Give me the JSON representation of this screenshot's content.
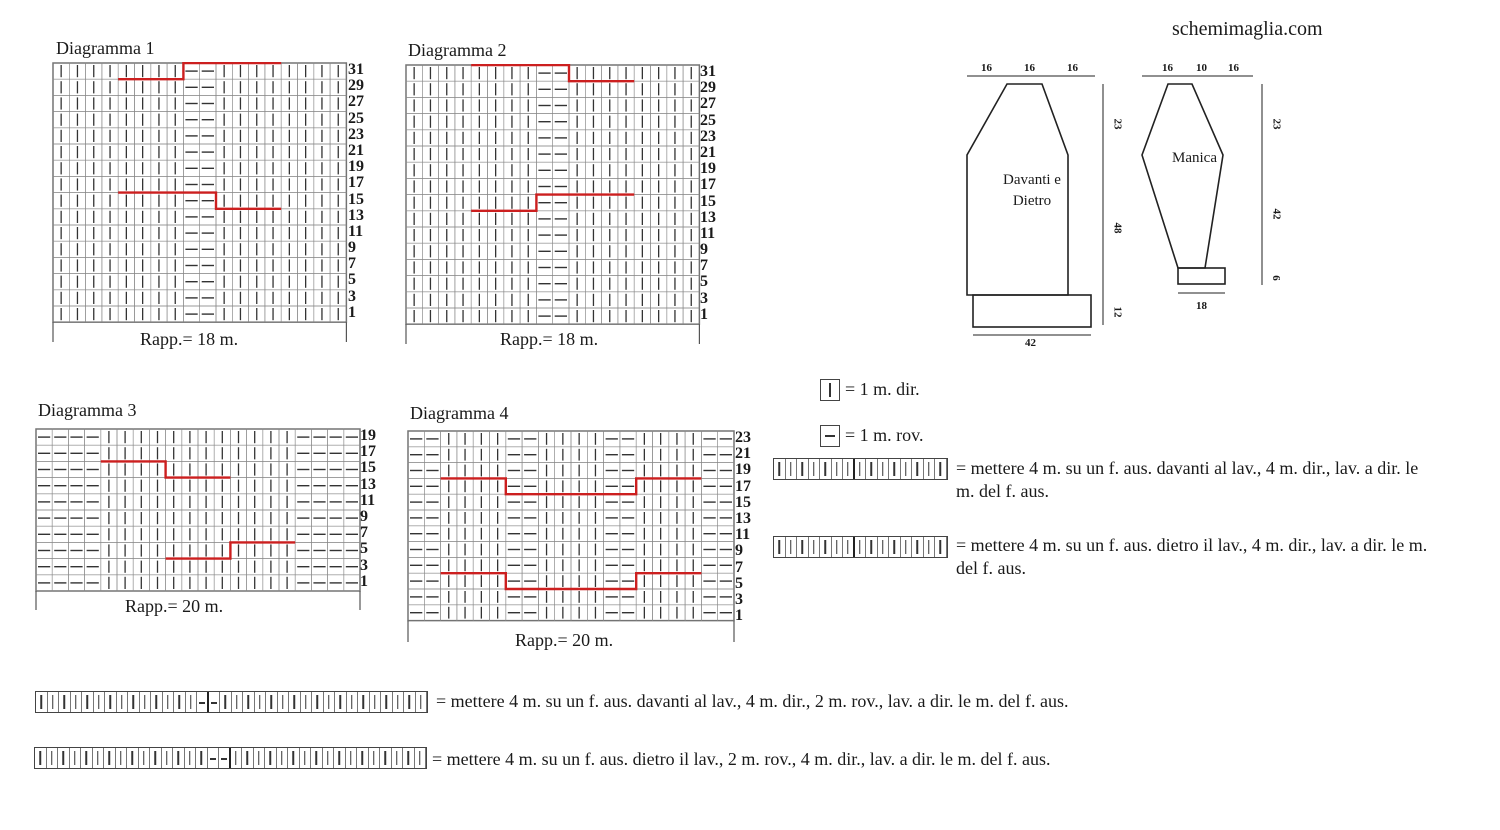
{
  "site": "schemimaglia.com",
  "diagrams": [
    {
      "title": "Diagramma 1",
      "rapp": "Rapp.= 18 m.",
      "rows": [
        "31",
        "29",
        "27",
        "25",
        "23",
        "21",
        "19",
        "17",
        "15",
        "13",
        "11",
        "9",
        "7",
        "5",
        "3",
        "1"
      ]
    },
    {
      "title": "Diagramma 2",
      "rapp": "Rapp.= 18 m.",
      "rows": [
        "31",
        "29",
        "27",
        "25",
        "23",
        "21",
        "19",
        "17",
        "15",
        "13",
        "11",
        "9",
        "7",
        "5",
        "3",
        "1"
      ]
    },
    {
      "title": "Diagramma 3",
      "rapp": "Rapp.= 20 m.",
      "rows": [
        "19",
        "17",
        "15",
        "13",
        "11",
        "9",
        "7",
        "5",
        "3",
        "1"
      ]
    },
    {
      "title": "Diagramma 4",
      "rapp": "Rapp.= 20 m.",
      "rows": [
        "23",
        "21",
        "19",
        "17",
        "15",
        "13",
        "11",
        "9",
        "7",
        "5",
        "3",
        "1"
      ]
    }
  ],
  "schematic": {
    "front_back": {
      "label": "Davanti e Dietro",
      "top": [
        "16",
        "16",
        "16"
      ],
      "right": [
        "23",
        "48",
        "12"
      ],
      "bottom": "42"
    },
    "sleeve": {
      "label": "Manica",
      "top": [
        "16",
        "10",
        "16"
      ],
      "right": [
        "23",
        "42",
        "6"
      ],
      "bottom": "18"
    }
  },
  "legend": {
    "knit": "= 1 m. dir.",
    "purl": "= 1 m. rov.",
    "cable_front_8": "= mettere 4 m. su un f. aus. davanti al lav., 4 m. dir., lav. a dir. le m. del f. aus.",
    "cable_back_8": "= mettere 4 m. su un f. aus. dietro il lav., 4 m. dir., lav. a dir. le m. del f. aus.",
    "cable_front_10": "= mettere 4 m. su un f. aus. davanti al lav., 4 m. dir., 2 m. rov., lav. a dir. le m. del f. aus.",
    "cable_back_10": "= mettere 4 m. su un f. aus. dietro il lav., 2 m. rov., 4 m. dir., lav. a dir. le m. del f. aus."
  },
  "colors": {
    "grid": "#555555",
    "cable_line": "#cc1f1f",
    "text": "#1a1a1a"
  }
}
